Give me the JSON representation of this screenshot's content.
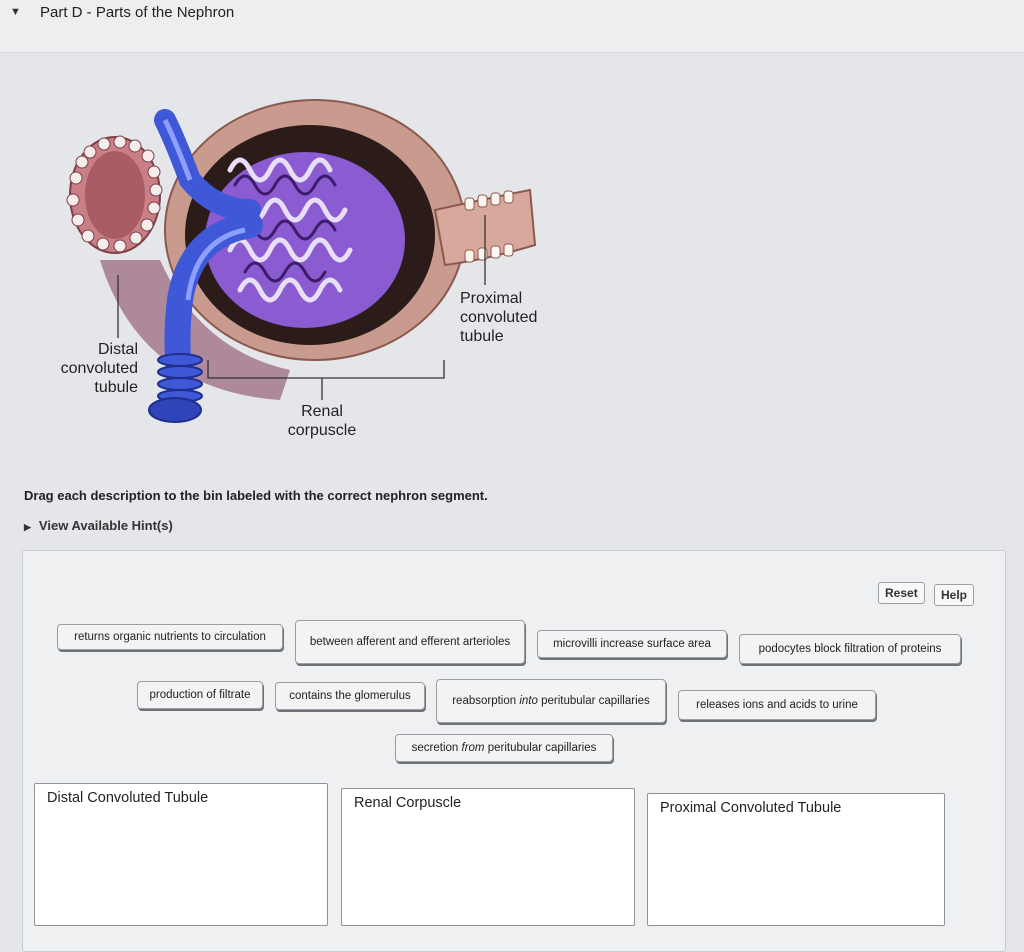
{
  "header": {
    "title": "Part D - Parts of the Nephron"
  },
  "figure": {
    "labels": {
      "proximal": [
        "Proximal",
        "convoluted",
        "tubule"
      ],
      "distal": [
        "Distal",
        "convoluted",
        "tubule"
      ],
      "renal": [
        "Renal",
        "corpuscle"
      ]
    }
  },
  "instruction": "Drag each description to the bin labeled with the correct nephron segment.",
  "hint_link": "View Available Hint(s)",
  "toolbar": {
    "reset_label": "Reset",
    "help_label": "Help"
  },
  "chips": {
    "returns_nutrients": "returns organic nutrients to circulation",
    "between_arterioles": "between afferent and efferent arterioles",
    "microvilli": "microvilli increase surface area",
    "podocytes": "podocytes block filtration of proteins",
    "production_filtrate": "production of filtrate",
    "contains_glomerulus": "contains the glomerulus",
    "reabsorption_pre": "reabsorption",
    "reabsorption_em": "into",
    "reabsorption_post": "peritubular capillaries",
    "releases_ions": "releases ions and acids to urine",
    "secretion_pre": "secretion",
    "secretion_em": "from",
    "secretion_post": "peritubular capillaries"
  },
  "bins": {
    "distal": "Distal Convoluted Tubule",
    "renal": "Renal Corpuscle",
    "proximal": "Proximal Convoluted Tubule"
  },
  "colors": {
    "accent_blue": "#3f58d8",
    "tissue": "#b98a8a",
    "glomerulus": "#8a5bd1"
  }
}
